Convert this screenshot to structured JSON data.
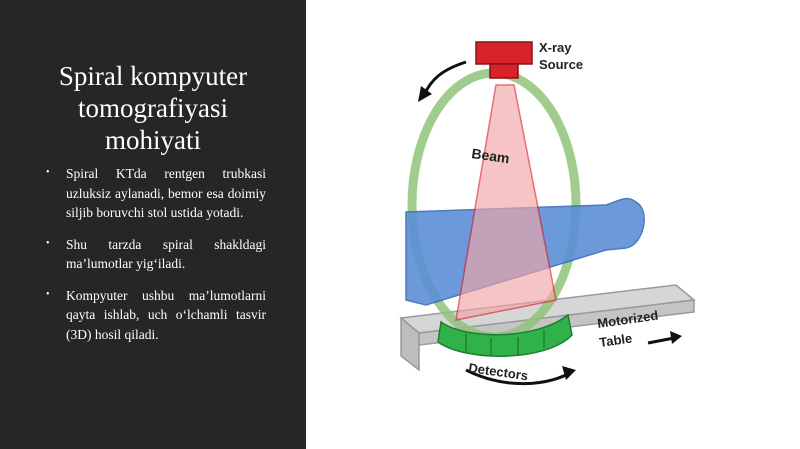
{
  "slide": {
    "title_lines": [
      "Spiral kompyuter",
      "tomografiyasi",
      "mohiyati"
    ],
    "bullets": [
      "Spiral KTda rentgen trubkasi uzluksiz aylanadi, bemor esa doimiy siljib boruvchi stol ustida yotadi.",
      "Shu tarzda spiral shakldagi ma’lumotlar yig‘iladi.",
      "Kompyuter ushbu ma’lumotlarni qayta ishlab, uch o‘lchamli tasvir (3D) hosil qiladi."
    ]
  },
  "figure": {
    "labels": {
      "source_line1": "X-ray",
      "source_line2": "Source",
      "beam": "Beam",
      "detectors": "Detectors",
      "table_line1": "Motorized",
      "table_line2": "Table"
    },
    "colors": {
      "source": "#d8232a",
      "beam": "#f2a6a6",
      "ring": "#8fc47a",
      "patient": "#5b8fd6",
      "table": "#cfcfcf",
      "detectors": "#2fb24a",
      "arrow": "#111111"
    }
  }
}
